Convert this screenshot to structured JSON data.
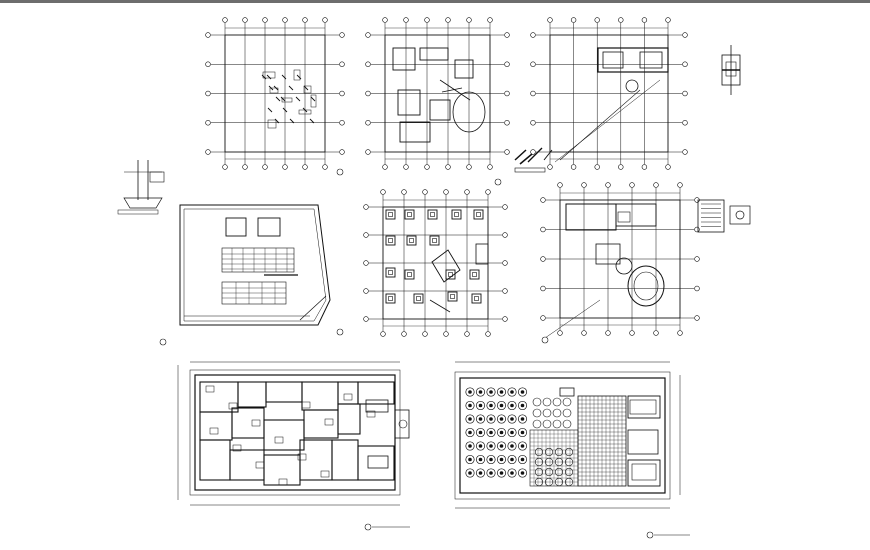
{
  "drawing_sheet": {
    "top_rule_color": "#6d6d6d",
    "ink_color": "#111111",
    "background": "#ffffff",
    "panels": [
      {
        "id": "framing-plan",
        "kind": "grid-plan"
      },
      {
        "id": "ground-floor-structure",
        "kind": "grid-plan"
      },
      {
        "id": "roof-structure",
        "kind": "grid-plan"
      },
      {
        "id": "stair-detail",
        "kind": "detail"
      },
      {
        "id": "foundation-detail",
        "kind": "detail"
      },
      {
        "id": "site-plan",
        "kind": "site"
      },
      {
        "id": "footing-plan",
        "kind": "grid-plan"
      },
      {
        "id": "slab-plan",
        "kind": "grid-plan"
      },
      {
        "id": "wall-section-detail",
        "kind": "detail"
      },
      {
        "id": "architectural-floor-plan",
        "kind": "floor-plan"
      },
      {
        "id": "floor-finish-plan",
        "kind": "floor-plan"
      }
    ]
  }
}
